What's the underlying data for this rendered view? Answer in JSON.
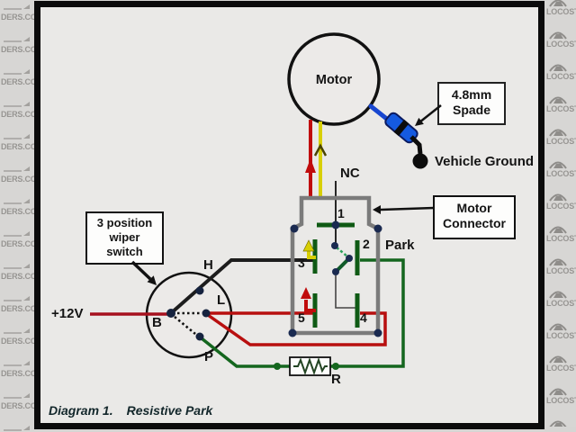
{
  "watermark": {
    "left_text": "DERS.CC",
    "right_text": "LOCOST",
    "rows": 14
  },
  "motor": {
    "label": "Motor"
  },
  "boxes": {
    "spade": {
      "line1": "4.8mm",
      "line2": "Spade"
    },
    "motor_connector": {
      "line1": "Motor",
      "line2": "Connector"
    },
    "wiper_switch": {
      "line1": "3 position",
      "line2": "wiper",
      "line3": "switch"
    }
  },
  "labels": {
    "nc": "NC",
    "park": "Park",
    "plus12v": "+12V",
    "vehicle_ground": "Vehicle Ground",
    "resistor": "R"
  },
  "connector_pins": {
    "pin1": "1",
    "pin2": "2",
    "pin3": "3",
    "pin4": "4",
    "pin5": "5"
  },
  "switch_terminals": {
    "b": "B",
    "h": "H",
    "l": "L",
    "p": "P"
  },
  "caption": {
    "prefix": "Diagram 1.",
    "title": "Resistive Park"
  },
  "colors": {
    "paper": "#eae9e7",
    "strip_bg": "#d7d6d4",
    "frame": "#0b0b0b",
    "wire_red": "#c00c0c",
    "wire_red_feed": "#a6111e",
    "wire_yellow": "#d8cf05",
    "wire_green": "#14661e",
    "wire_blue": "#1746d0",
    "pin_green": "#0f5a14",
    "connector_gray": "#7b7b7b",
    "dot_navy": "#1a2a50",
    "watermark_text": "#979592"
  }
}
